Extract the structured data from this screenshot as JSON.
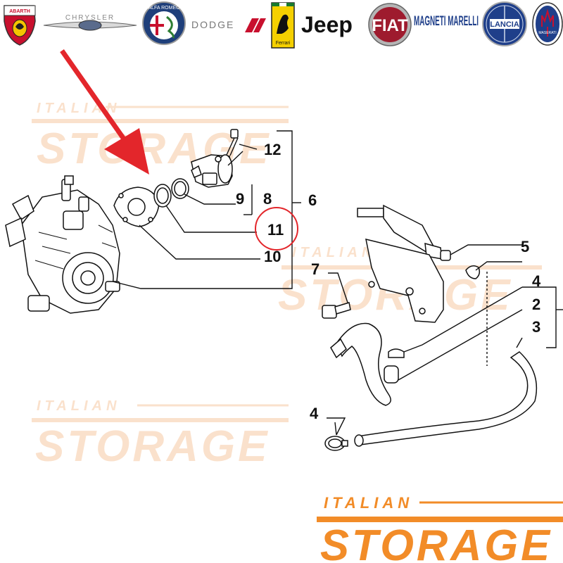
{
  "brands": [
    {
      "name": "ABARTH",
      "icon": "abarth-logo-icon"
    },
    {
      "name": "CHRYSLER",
      "icon": "chrysler-logo-icon"
    },
    {
      "name": "ALFA ROMEO",
      "icon": "alfa-romeo-logo-icon"
    },
    {
      "name": "DODGE",
      "icon": "dodge-logo-icon"
    },
    {
      "name": "Ferrari",
      "icon": "ferrari-logo-icon"
    },
    {
      "name": "Jeep",
      "icon": "jeep-logo-icon"
    },
    {
      "name": "FIAT",
      "icon": "fiat-logo-icon"
    },
    {
      "name": "MAGNETI MARELLI",
      "icon": "magneti-marelli-logo-icon"
    },
    {
      "name": "LANCIA",
      "icon": "lancia-logo-icon"
    },
    {
      "name": "MASERATI",
      "icon": "maserati-logo-icon"
    }
  ],
  "watermark": {
    "line1": "ITALIAN",
    "line2": "STORAGE"
  },
  "footer_logo": {
    "line1": "ITALIAN",
    "line2": "STORAGE"
  },
  "callouts": {
    "n1": "12",
    "n2": "9",
    "n3": "8",
    "n4": "6",
    "n5": "11",
    "n6": "10",
    "n7": "5",
    "n8": "7",
    "n9": "4",
    "n10": "2",
    "n11": "3",
    "n12": "4"
  },
  "highlighted_part": "11",
  "colors": {
    "accent_orange": "#f28c28",
    "watermark_orange": "#f6c9a4",
    "arrow_red": "#e3262b",
    "circle_red": "#e3262b",
    "line_dark": "#111111"
  }
}
